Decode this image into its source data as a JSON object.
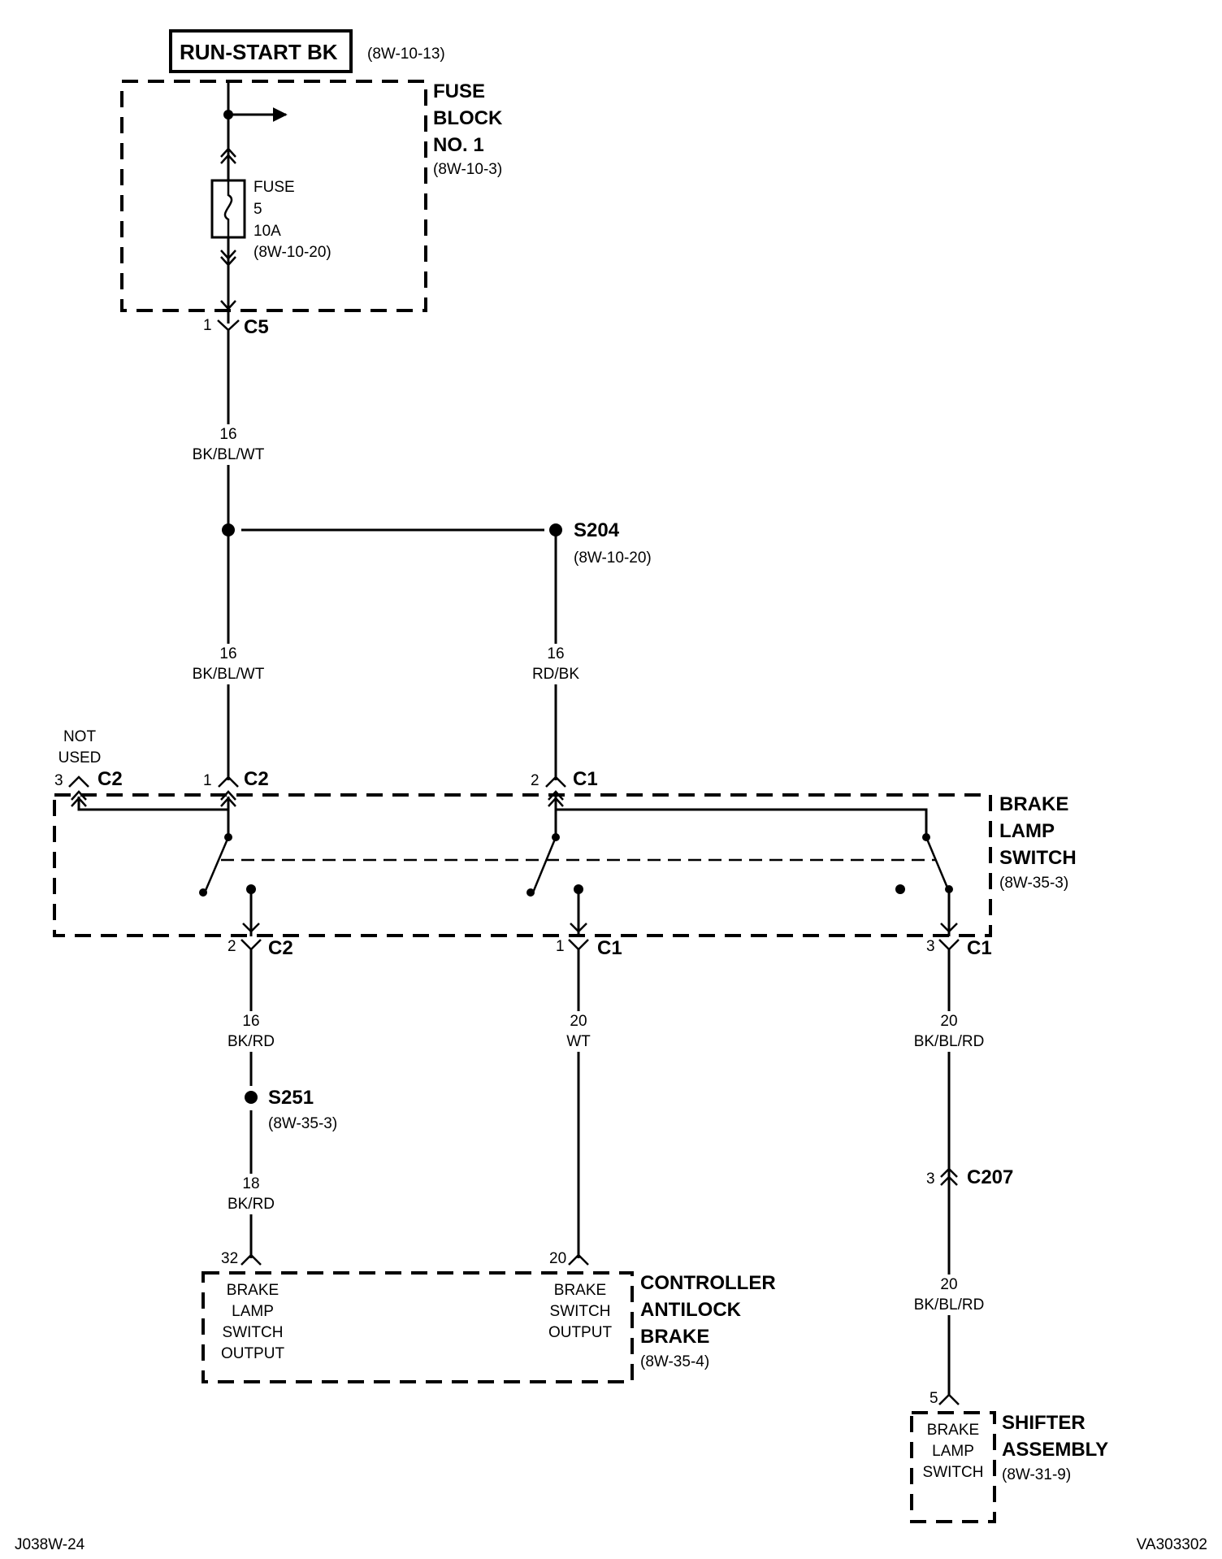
{
  "source": {
    "label": "RUN-START BK",
    "ref": "(8W-10-13)"
  },
  "fuse_block": {
    "title": [
      "FUSE",
      "BLOCK",
      "NO. 1"
    ],
    "ref": "(8W-10-3)"
  },
  "fuse": {
    "lines": [
      "FUSE",
      "5",
      "10A",
      "(8W-10-20)"
    ]
  },
  "connectors": {
    "c5": {
      "pin": "1",
      "name": "C5"
    },
    "sw_c2_p3": {
      "pin": "3",
      "name": "C2",
      "note": [
        "NOT",
        "USED"
      ]
    },
    "sw_c2_p1": {
      "pin": "1",
      "name": "C2"
    },
    "sw_c1_p2": {
      "pin": "2",
      "name": "C1"
    },
    "sw_c2_p2": {
      "pin": "2",
      "name": "C2"
    },
    "sw_c1_p1": {
      "pin": "1",
      "name": "C1"
    },
    "sw_c1_p3": {
      "pin": "3",
      "name": "C1"
    },
    "c207": {
      "pin": "3",
      "name": "C207"
    },
    "abs_p32": {
      "pin": "32"
    },
    "abs_p20": {
      "pin": "20"
    },
    "shifter_p5": {
      "pin": "5"
    }
  },
  "wires": {
    "w1": {
      "gauge": "16",
      "color": "BK/BL/WT"
    },
    "w2": {
      "gauge": "16",
      "color": "BK/BL/WT"
    },
    "w3": {
      "gauge": "16",
      "color": "RD/BK"
    },
    "w4": {
      "gauge": "16",
      "color": "BK/RD"
    },
    "w5": {
      "gauge": "20",
      "color": "WT"
    },
    "w6": {
      "gauge": "20",
      "color": "BK/BL/RD"
    },
    "w7": {
      "gauge": "18",
      "color": "BK/RD"
    },
    "w8": {
      "gauge": "20",
      "color": "BK/BL/RD"
    }
  },
  "splices": {
    "s204": {
      "name": "S204",
      "ref": "(8W-10-20)"
    },
    "s251": {
      "name": "S251",
      "ref": "(8W-35-3)"
    }
  },
  "brake_lamp_switch": {
    "title": [
      "BRAKE",
      "LAMP",
      "SWITCH"
    ],
    "ref": "(8W-35-3)"
  },
  "abs_controller": {
    "title": [
      "CONTROLLER",
      "ANTILOCK",
      "BRAKE"
    ],
    "ref": "(8W-35-4)",
    "pin32_label": [
      "BRAKE",
      "LAMP",
      "SWITCH",
      "OUTPUT"
    ],
    "pin20_label": [
      "BRAKE",
      "SWITCH",
      "OUTPUT"
    ]
  },
  "shifter": {
    "title": [
      "SHIFTER",
      "ASSEMBLY"
    ],
    "ref": "(8W-31-9)",
    "pin_label": [
      "BRAKE",
      "LAMP",
      "SWITCH"
    ]
  },
  "footer": {
    "left": "J038W-24",
    "right": "VA303302"
  }
}
